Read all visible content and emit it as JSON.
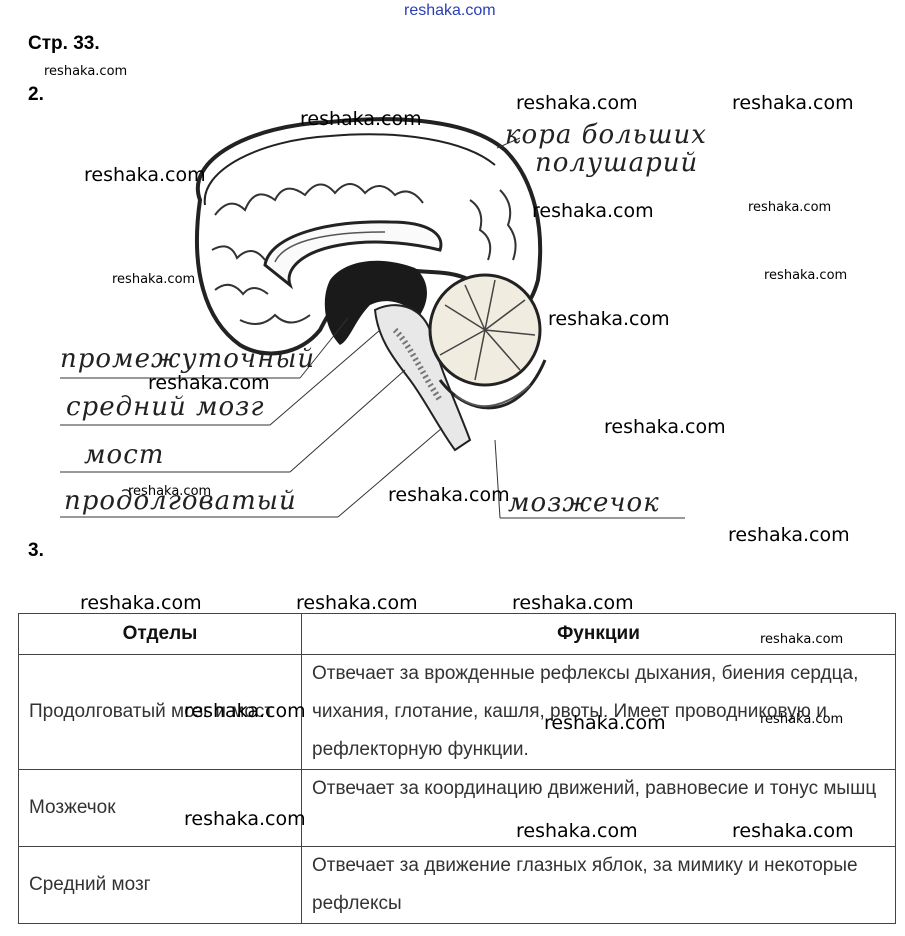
{
  "header": {
    "site": "reshaka.com",
    "page_label": "Стр. 33."
  },
  "task2": {
    "number": "2.",
    "labels": {
      "cortex": [
        "кора больших",
        "полушарий"
      ],
      "diencephalon": "промежуточный",
      "midbrain": "средний мозг",
      "pons": "мост",
      "medulla": "продолговатый",
      "cerebellum": "мозжечок"
    }
  },
  "task3": {
    "number": "3.",
    "table": {
      "headers": [
        "Отделы",
        "Функции"
      ],
      "rows": [
        {
          "section": "Продолговатый мозг и мост",
          "function": "Отвечает за врожденные рефлексы дыхания, биения сердца, чихания, глотание, кашля, рвоты. Имеет проводниковую и рефлекторную функции."
        },
        {
          "section": "Мозжечок",
          "function": "Отвечает за координацию движений, равновесие и тонус мышц"
        },
        {
          "section": "Средний мозг",
          "function": "Отвечает за движение глазных яблок, за мимику и некоторые рефлексы"
        }
      ]
    }
  },
  "watermarks": {
    "w1": "reshaka.com",
    "w2": "reshaka.com",
    "w3": "reshaka.com",
    "w4": "reshaka.com",
    "w5": "reshaka.com",
    "w6": "reshaka.com",
    "w7": "reshaka.com",
    "w8": "reshaka.com",
    "w9": "reshaka.com",
    "w10": "reshaka.com",
    "w11": "reshaka.com",
    "w12": "reshaka.com",
    "w13": "reshaka.com",
    "w14": "reshaka.com",
    "w15": "reshaka.com",
    "w16": "reshaka.com",
    "w17": "reshaka.com",
    "w18": "reshaka.com",
    "w19": "reshaka.com",
    "w20": "reshaka.com",
    "w21": "reshaka.com",
    "w22": "reshaka.com",
    "w23": "reshaka.com",
    "w24": "reshaka.com"
  }
}
